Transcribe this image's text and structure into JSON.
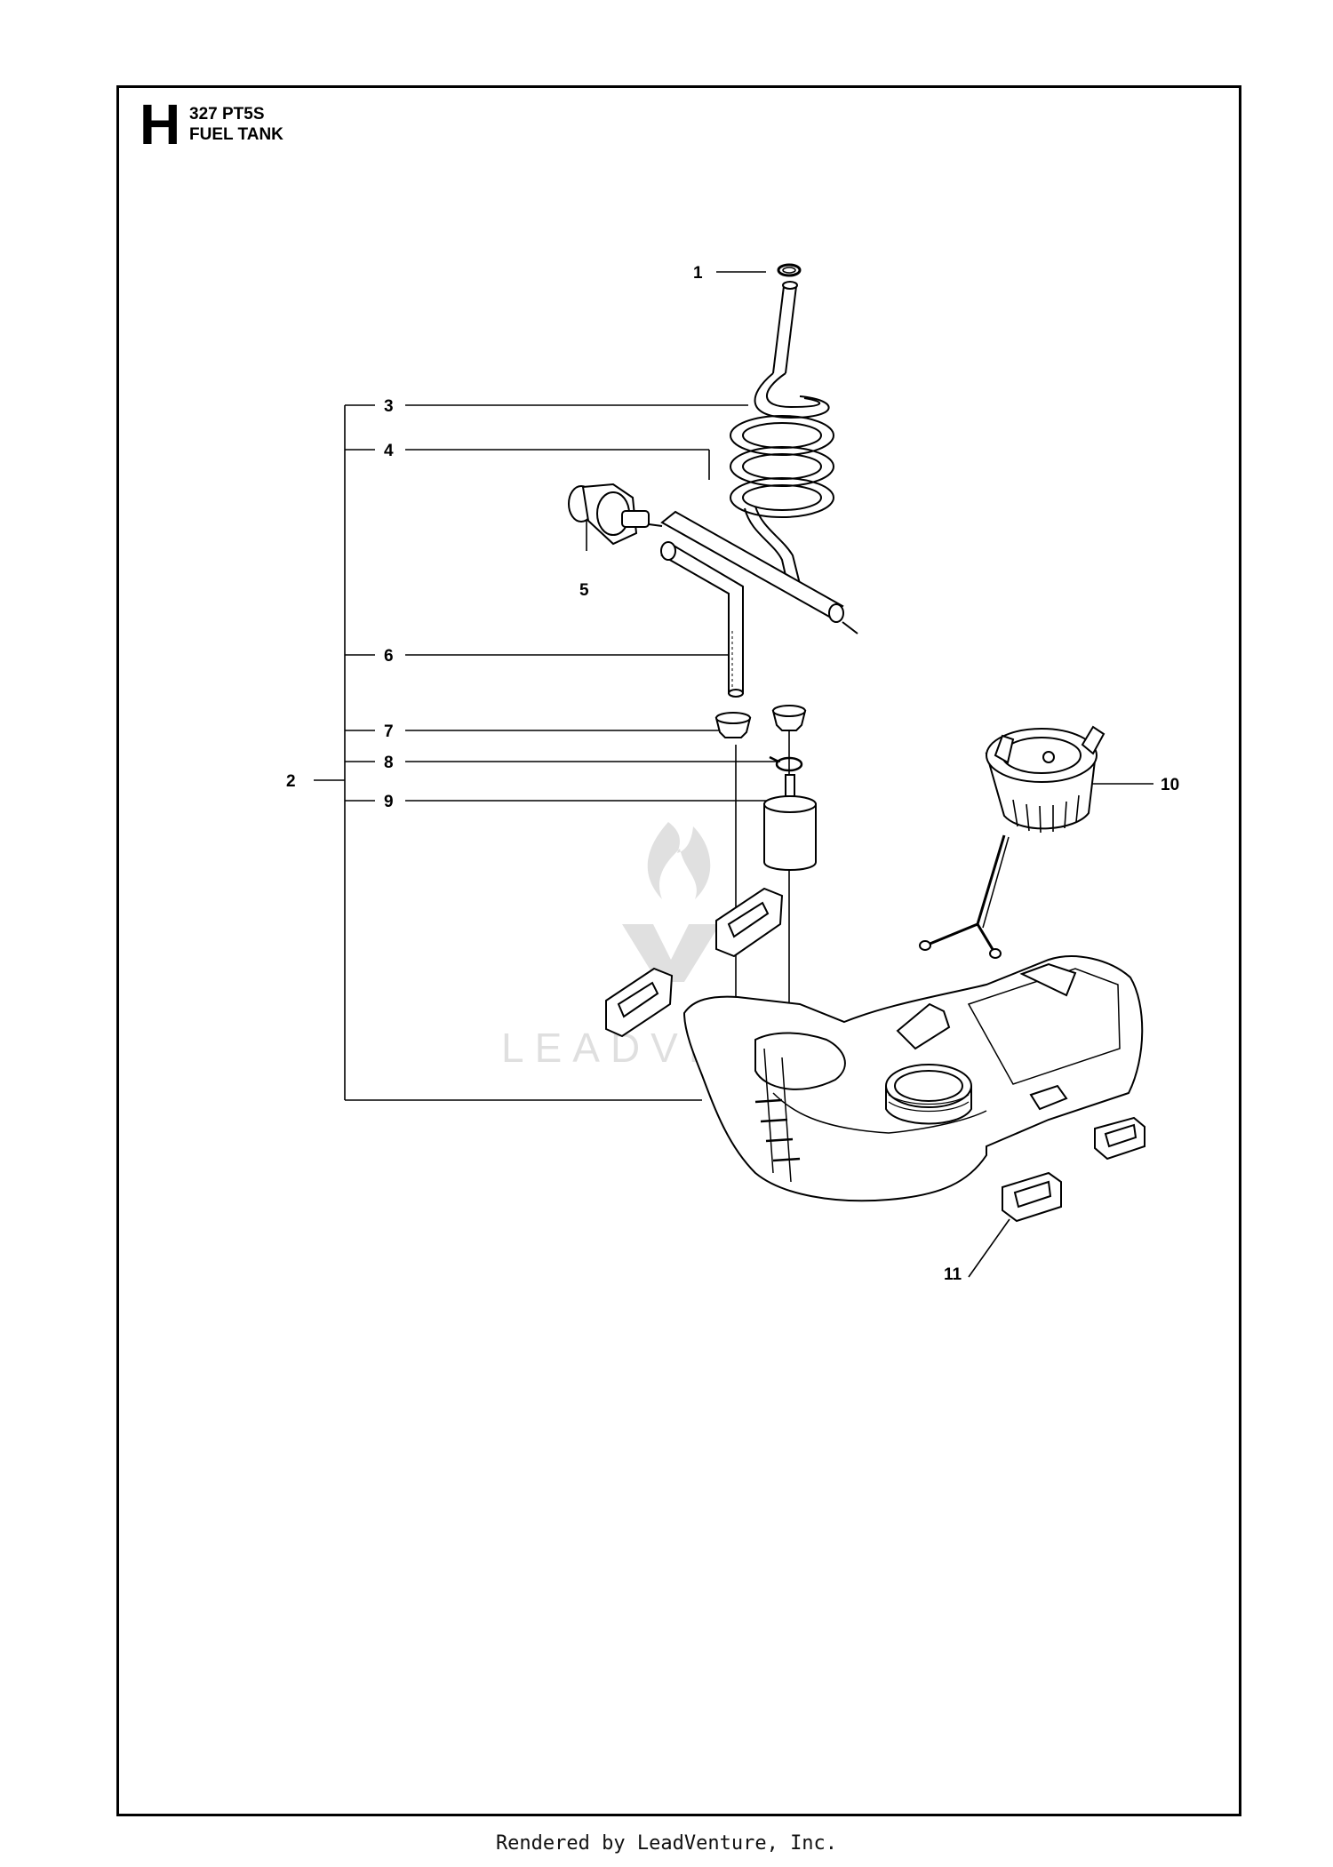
{
  "header": {
    "section_letter": "H",
    "model": "327 PT5S",
    "section_title": "FUEL TANK"
  },
  "callouts": {
    "c1": "1",
    "c2": "2",
    "c3": "3",
    "c4": "4",
    "c5": "5",
    "c6": "6",
    "c7": "7",
    "c8": "8",
    "c9": "9",
    "c10": "10",
    "c11": "11"
  },
  "watermark": {
    "text": "LEADVENTURE"
  },
  "footer": {
    "text": "Rendered by LeadVenture, Inc."
  }
}
